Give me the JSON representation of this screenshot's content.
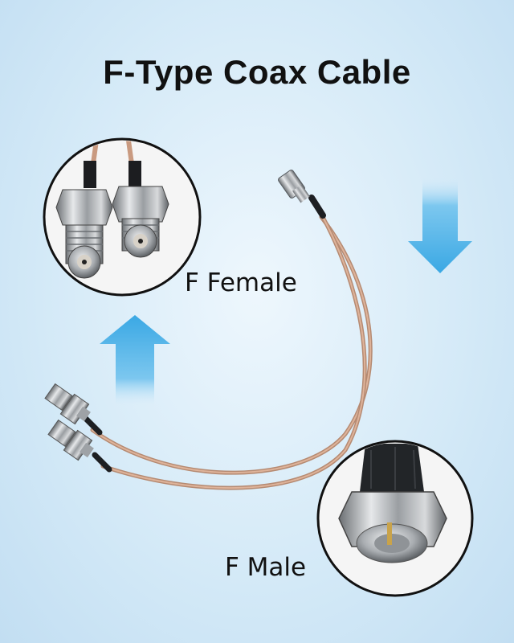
{
  "title": "F-Type Coax Cable",
  "labels": {
    "female": "F Female",
    "male": "F Male"
  },
  "colors": {
    "arrow": "#3aa8e4",
    "cable": "#c99a80",
    "background": "#d3e9f7"
  },
  "icons": [
    "arrow-up-icon",
    "arrow-down-icon"
  ]
}
